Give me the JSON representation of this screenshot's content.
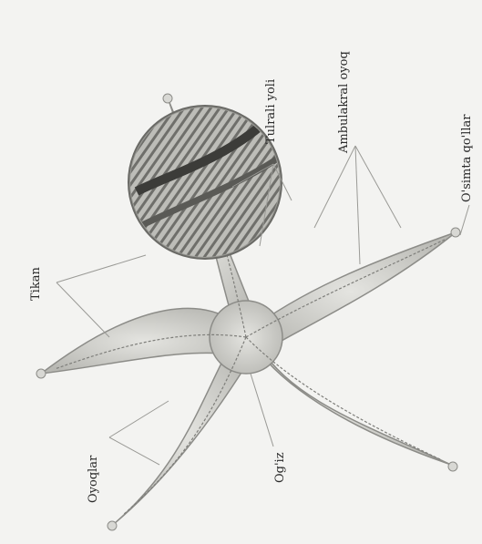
{
  "labels": {
    "ambulakral_oyoq": "Ambulakral oyoq",
    "tulrali_yoli": "Tulrali yoli",
    "osimta_qollar": "O'simta qo'llar",
    "tikan": "Tikan",
    "oyoqlar": "Oyoqlar",
    "ogiz": "Og'iz"
  },
  "colors": {
    "body": "#c9c9c5",
    "outline": "#8c8c88",
    "leader": "#9a9a96",
    "text": "#2a2a2a"
  }
}
